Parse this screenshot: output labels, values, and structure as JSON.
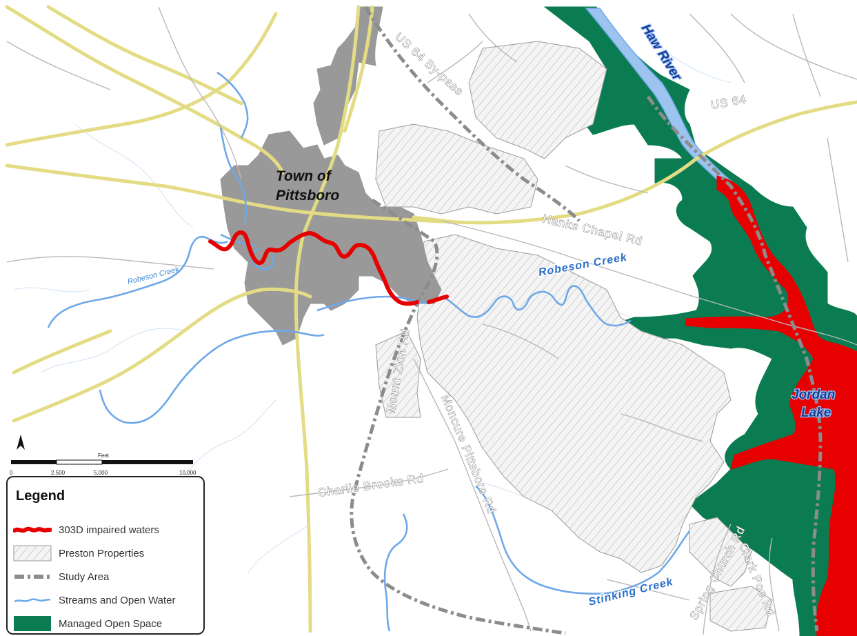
{
  "map": {
    "labels": {
      "town": [
        "Town of",
        "Pittsboro"
      ],
      "us64_bypass": "US 64 By-pass",
      "us64": "US 64",
      "hanks_chapel": "Hanks Chapel Rd",
      "mount_zion": "Mount Zion Rd",
      "moncure": "Moncure Pittsboro Rd",
      "charlie_brooks": "Charlie Brooks Rd",
      "spring_church": "Spring Church Rd",
      "clark_poe": "Clark Poe Rd",
      "haw_river": "Haw River",
      "robeson_creek": "Robeson Creek",
      "robeson_creek_small": "Robeson Creek",
      "jordan_lake": [
        "Jordan",
        "Lake"
      ],
      "stinking_creek": "Stinking Creek"
    },
    "scale_bar": {
      "unit": "Feet",
      "ticks": [
        "0",
        "2,500",
        "5,000",
        "10,000"
      ]
    },
    "colors": {
      "managed_open_space": "#0b7c52",
      "impaired_waters": "#e60000",
      "streams": "#6ea8e8",
      "roads_major": "#ece38c",
      "roads_minor": "#b8b8b8",
      "study_area": "#8c8c8c",
      "town": "#999999"
    }
  },
  "legend": {
    "title": "Legend",
    "items": [
      {
        "label": "303D impaired waters",
        "symbol": "impaired-waters"
      },
      {
        "label": "Preston Properties",
        "symbol": "hatched-area"
      },
      {
        "label": "Study Area",
        "symbol": "dash-dot-line"
      },
      {
        "label": "Streams and Open Water",
        "symbol": "stream-line"
      },
      {
        "label": "Managed Open Space",
        "symbol": "green-fill"
      }
    ]
  }
}
